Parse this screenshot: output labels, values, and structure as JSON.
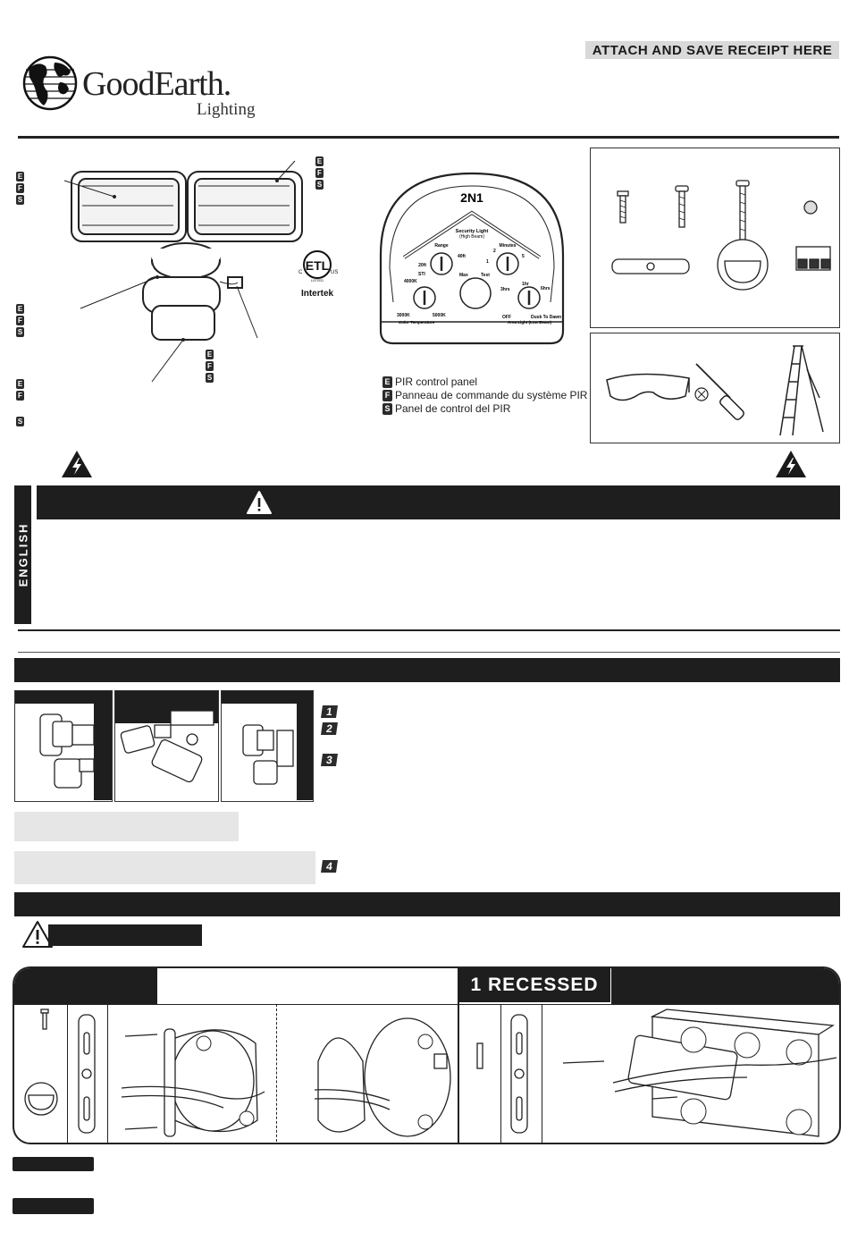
{
  "header": {
    "receipt_label": "ATTACH AND SAVE RECEIPT HERE",
    "brand_name": "GoodEarth.",
    "brand_sub": "Lighting"
  },
  "certification": {
    "mark": "ETL",
    "listed": "LISTED",
    "c": "C",
    "us": "US",
    "company": "Intertek"
  },
  "language_letters": [
    "E",
    "F",
    "S"
  ],
  "pir_panel": {
    "model": "2N1",
    "security_light": "Security Light",
    "high_beam": "(High Beam)",
    "range": "Range",
    "range_min": "20ft",
    "range_max": "40ft",
    "minutes": "Minutes",
    "min_2": "2",
    "min_1": "1",
    "min_5": "5",
    "sti": "STI",
    "k4000": "4000K",
    "k3000": "3000K",
    "k5000": "5000K",
    "color_temperature": "Color Temperature",
    "max": "Max",
    "test": "Test",
    "hrs3": "3hrs",
    "hr1": "1hr",
    "hrs6": "6hrs",
    "off": "OFF",
    "dusk_to_dawn": "Dusk To Dawn",
    "area_light": "Area Light (Low Beam)",
    "legend": [
      {
        "letter": "E",
        "text": "PIR control panel"
      },
      {
        "letter": "F",
        "text": "Panneau de commande du système PIR"
      },
      {
        "letter": "S",
        "text": "Panel de control del PIR"
      }
    ]
  },
  "warning_section": {
    "language": "ENGLISH"
  },
  "steps": [
    "1",
    "2",
    "3",
    "4"
  ],
  "mounting": {
    "recessed_label": "1 RECESSED"
  },
  "colors": {
    "dark": "#1e1e1e",
    "receipt_bg": "#d9d9d9",
    "gray_box": "#e6e6e6"
  },
  "icons": [
    "globe-icon",
    "high-voltage-icon",
    "warning-triangle-icon",
    "safety-glasses-icon",
    "screwdriver-icon",
    "ladder-icon"
  ]
}
